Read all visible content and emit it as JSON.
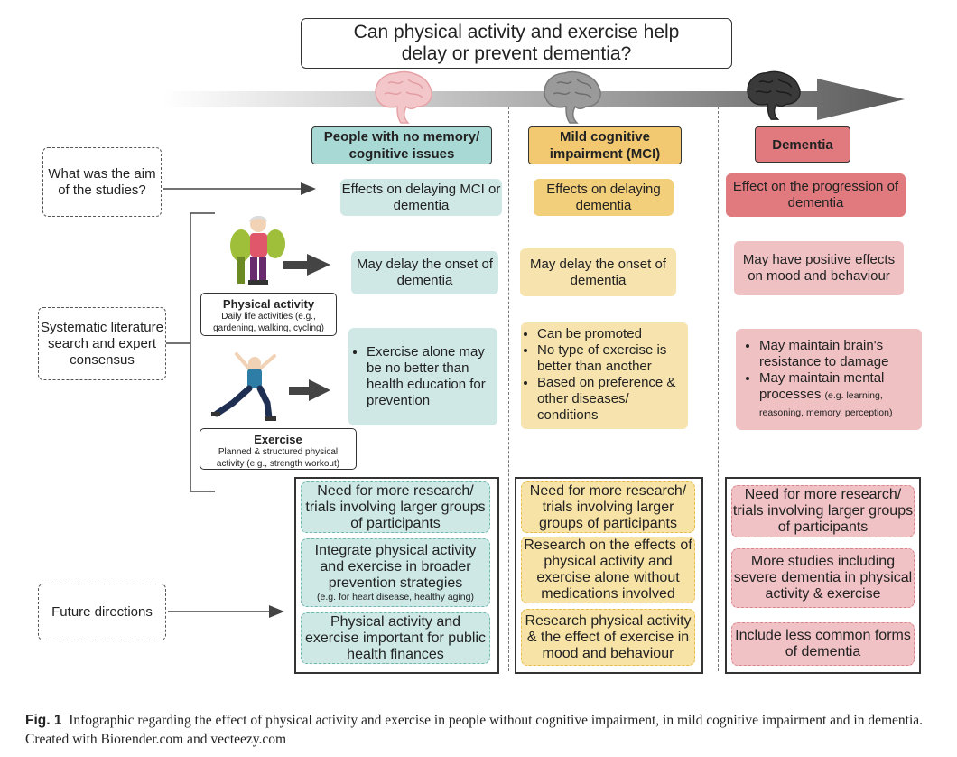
{
  "title": {
    "line1": "Can physical activity and exercise help",
    "line2": "delay or prevent dementia?"
  },
  "columns": {
    "none": "People with no memory/ cognitive issues",
    "mci": "Mild cognitive impairment (MCI)",
    "dementia": "Dementia"
  },
  "questions": {
    "aim": "What was the aim of the studies?",
    "search": "Systematic literature search and expert consensus",
    "future": "Future directions"
  },
  "aims": {
    "none": "Effects on delaying MCI or dementia",
    "mci": "Effects on delaying dementia",
    "dementia": "Effect on the progression of dementia"
  },
  "physical_activity": {
    "title": "Physical activity",
    "desc": "Daily life activities (e.g., gardening, walking, cycling)",
    "none": "May delay the onset of dementia",
    "mci": "May delay the onset of dementia",
    "dementia": "May have positive effects on mood and behaviour"
  },
  "exercise": {
    "title": "Exercise",
    "desc": "Planned & structured physical activity (e.g., strength workout)",
    "none": [
      "Exercise alone may be no better than health education for prevention"
    ],
    "mci": [
      "Can be promoted",
      "No type of exercise is better than another",
      "Based on preference & other diseases/ conditions"
    ],
    "dementia_1": "May maintain brain's resistance to damage",
    "dementia_2_main": "May maintain mental processes",
    "dementia_2_small": "(e.g. learning, reasoning, memory, perception)"
  },
  "future": {
    "none": [
      "Need for more research/ trials involving larger groups of participants",
      "Integrate physical activity and exercise in broader prevention strategies",
      "(e.g. for heart disease, healthy aging)",
      "Physical activity and exercise important for public health finances"
    ],
    "mci": [
      "Need for more research/ trials involving larger groups of participants",
      "Research on the effects of physical activity and exercise alone without medications involved",
      "Research physical activity & the effect of exercise in mood and behaviour"
    ],
    "dementia": [
      "Need for more research/ trials involving larger groups of participants",
      "More studies including severe dementia in physical activity & exercise",
      "Include less common forms of dementia"
    ]
  },
  "caption": {
    "label": "Fig. 1",
    "text": "Infographic regarding the effect of physical activity and exercise in people without cognitive impairment, in mild cognitive impairment and in dementia. Created with Biorender.com and vecteezy.com"
  },
  "colors": {
    "teal": "#a9d9d5",
    "yellow": "#f2c970",
    "red": "#e07a7e",
    "arrow_dark": "#555555"
  },
  "icons": [
    "brain-icon-pink",
    "brain-icon-gray",
    "brain-icon-dark",
    "elderly-woman-gardening-icon",
    "man-exercising-icon",
    "arrow-right-icon"
  ]
}
